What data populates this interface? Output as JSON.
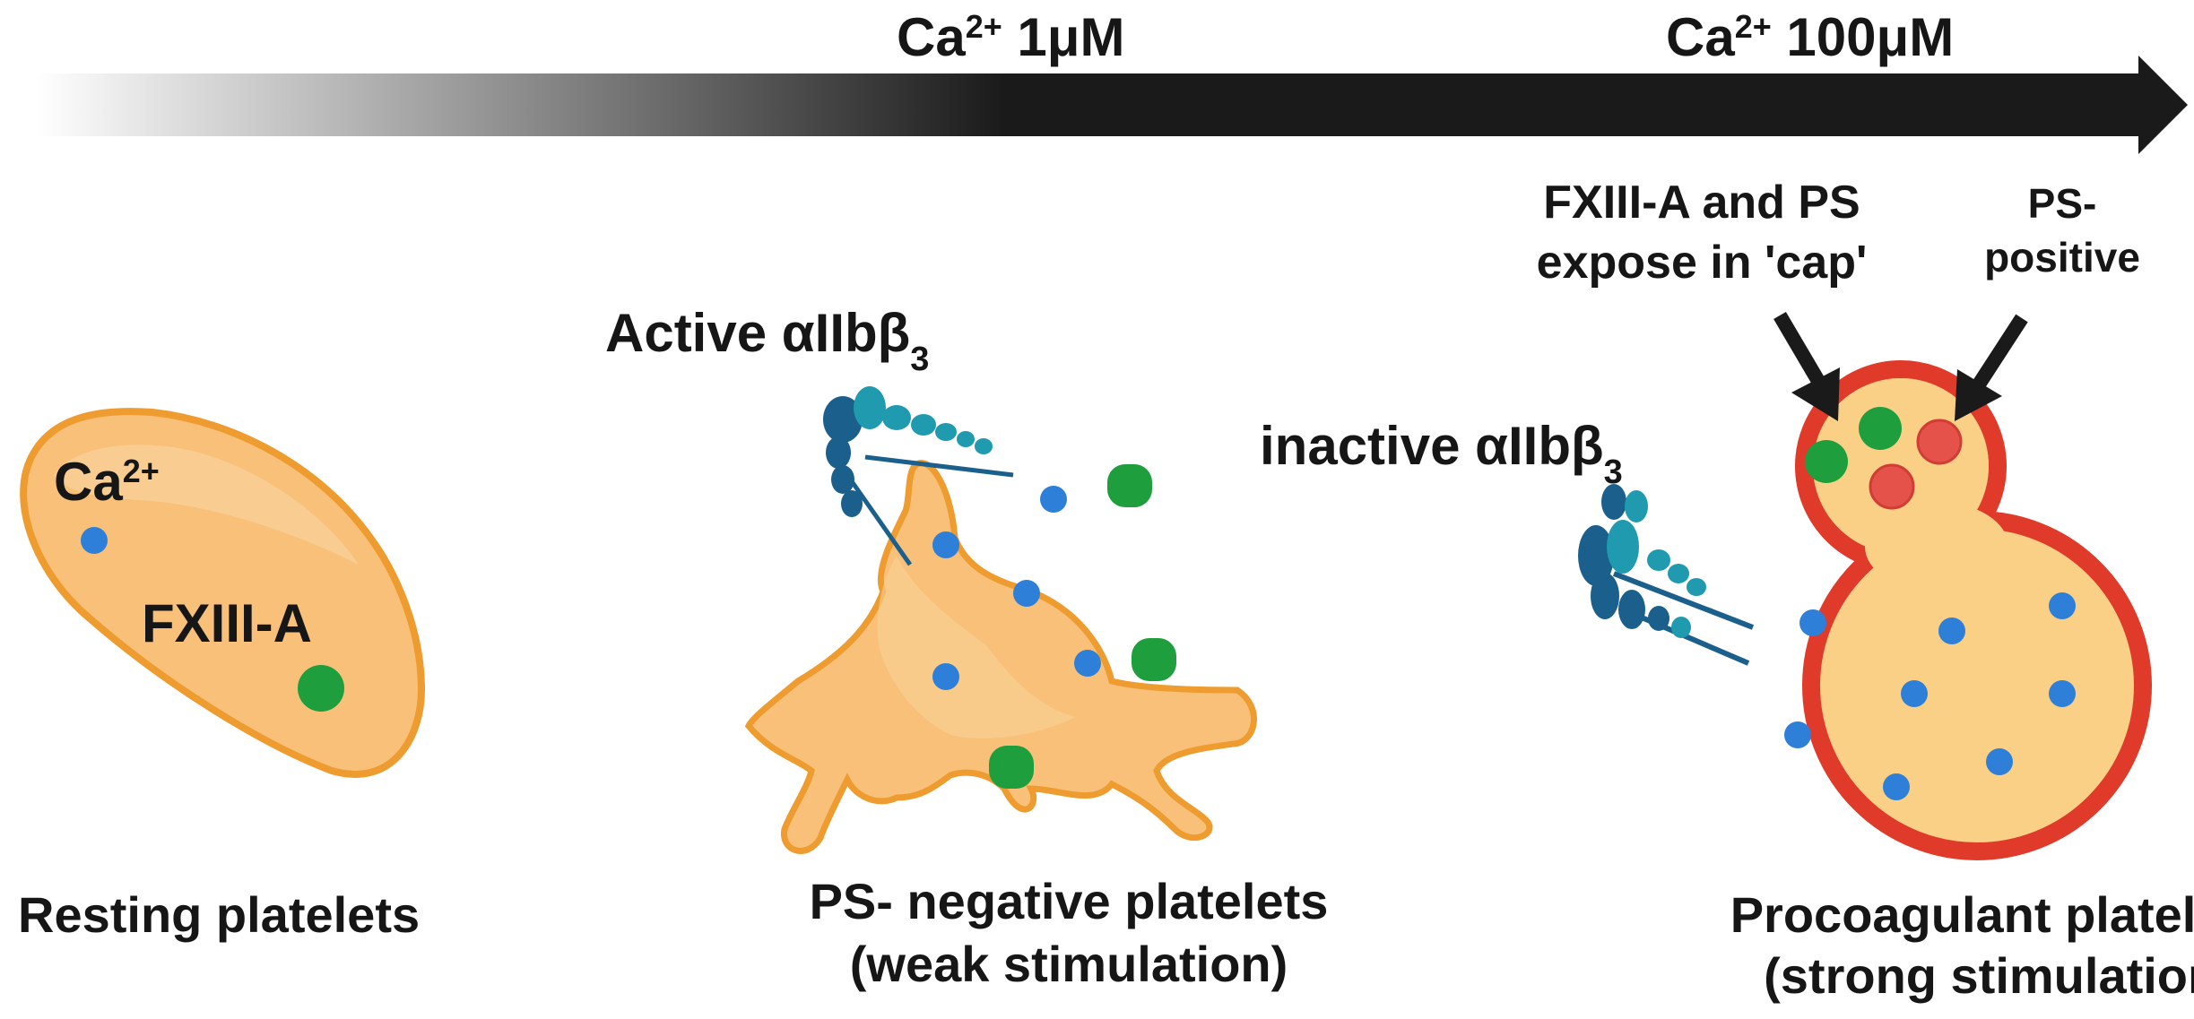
{
  "gradient_arrow": {
    "label_low": {
      "base": "Ca",
      "sup": "2+",
      "value": " 1μM"
    },
    "label_high": {
      "base": "Ca",
      "sup": "2+",
      "value": " 100μM"
    }
  },
  "resting": {
    "ca_label": {
      "base": "Ca",
      "sup": "2+"
    },
    "fxiii_label": "FXIII-A",
    "caption": "Resting platelets"
  },
  "ps_negative": {
    "integrin_label": {
      "base": "Active αIIbβ",
      "sub": "3"
    },
    "caption_line1": "PS- negative platelets",
    "caption_line2": "(weak stimulation)"
  },
  "procoagulant": {
    "cap_label_line1": "FXIII-A and PS",
    "cap_label_line2": "expose in 'cap'",
    "ps_label_line1": "PS-",
    "ps_label_line2": "positive",
    "integrin_label": {
      "base": "inactive αIIbβ",
      "sub": "3"
    },
    "caption_line1": "Procoagulant platelets",
    "caption_line2": "(strong stimulation)"
  },
  "colors": {
    "platelet_fill": "#F8C079",
    "platelet_edge": "#EE9C2F",
    "calcium_dot": "#2E7FD8",
    "fxiii_dot": "#1E9E3C",
    "ps_dot": "#E5524A",
    "procoag_membrane": "#E03A2A",
    "procoag_fill": "#FAD086",
    "integrin_dark": "#1B5F8C",
    "integrin_light": "#1F9AAE",
    "arrow": "#1a1a1a"
  }
}
